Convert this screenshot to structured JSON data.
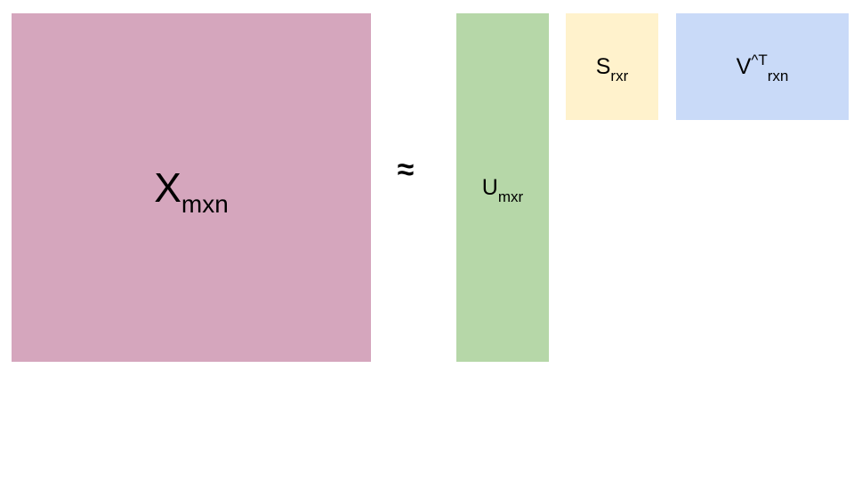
{
  "diagram": {
    "approx_symbol": "≈",
    "matrices": {
      "x": {
        "base": "X",
        "sub": "mxn",
        "color": "#d5a6bd"
      },
      "u": {
        "base": "U",
        "sub": "mxr",
        "color": "#b6d7a8"
      },
      "s": {
        "base": "S",
        "sub": "rxr",
        "color": "#fff2cc"
      },
      "v": {
        "base": "V",
        "sup": "^T",
        "sub": "rxn",
        "color": "#c9daf8"
      }
    }
  }
}
